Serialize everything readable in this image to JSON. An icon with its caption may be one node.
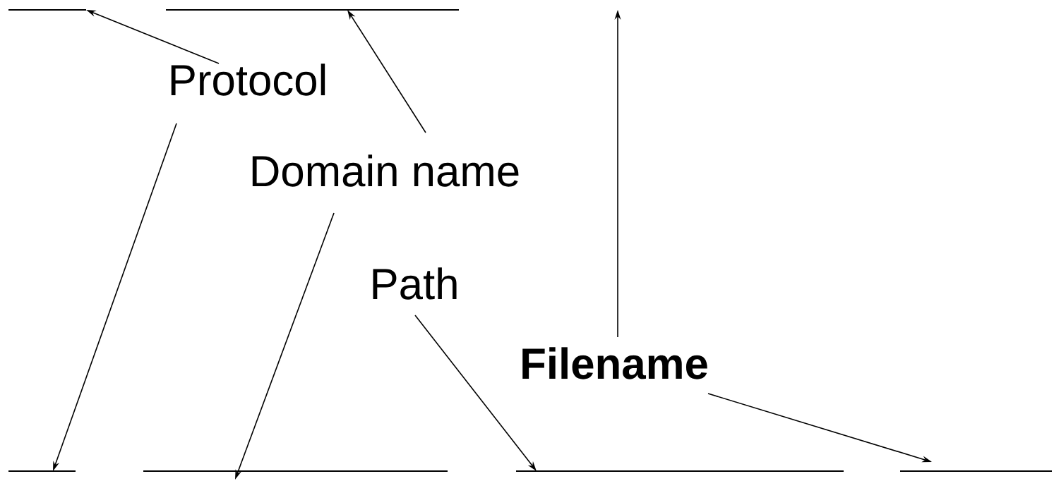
{
  "diagram": {
    "nodes": [
      {
        "text": [
          "Protocol"
        ]
      },
      {
        "text": [
          "Domain name"
        ]
      },
      {
        "text": [
          "Path"
        ]
      },
      {
        "text": [
          "Filename"
        ]
      },
      {
        "text": [],
        "shape": "line"
      },
      {
        "text": [],
        "shape": "line"
      },
      {
        "text": [],
        "shape": "line"
      },
      {
        "text": [],
        "shape": "line"
      },
      {
        "text": [],
        "shape": "line"
      },
      {
        "text": [],
        "shape": "line"
      }
    ],
    "edges": [
      {
        "from": 0,
        "to": 4,
        "arrow": "to"
      },
      {
        "from": 0,
        "to": 6,
        "arrow": "to"
      },
      {
        "from": 1,
        "to": 5,
        "arrow": "to"
      },
      {
        "from": 1,
        "to": 7,
        "arrow": "to"
      },
      {
        "from": 2,
        "to": 8,
        "arrow": "to"
      },
      {
        "from": 3,
        "to": null,
        "arrow": "to"
      },
      {
        "from": 3,
        "to": 9,
        "arrow": "to"
      }
    ]
  }
}
